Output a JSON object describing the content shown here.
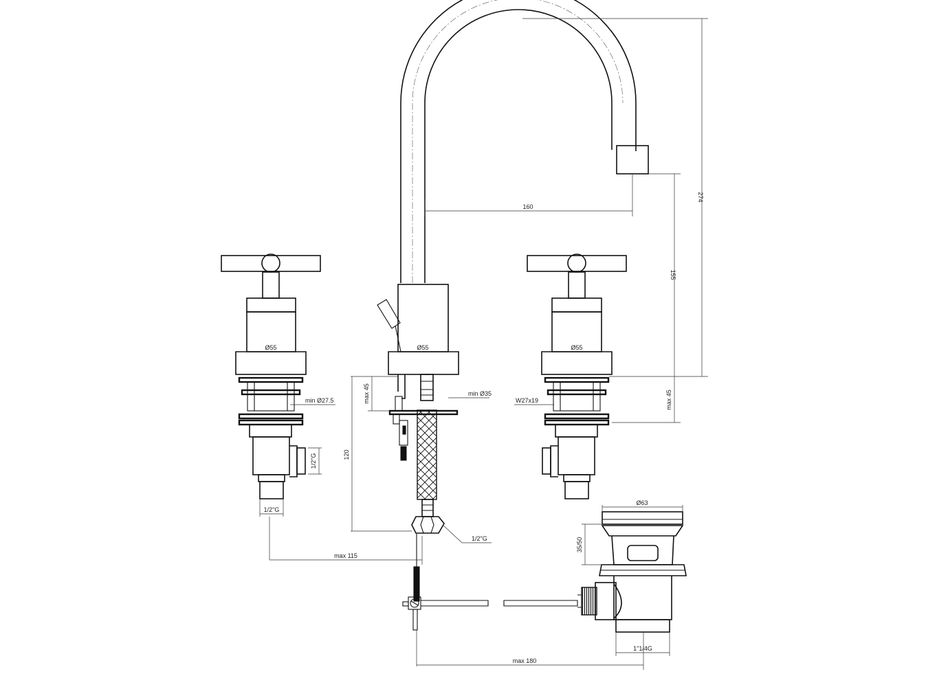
{
  "dimensions": {
    "total_height": "274",
    "spout_height": "155",
    "spout_reach": "160",
    "dia_left_handle": "Ø55",
    "dia_spout_body": "Ø55",
    "dia_right_handle": "Ø55",
    "min_hole_left": "min Ø27.5",
    "min_hole_center": "min Ø35",
    "thread_right": "W27x19",
    "deck_max_left": "max 45",
    "deck_max_right": "max 45",
    "height_120": "120",
    "inlet_thread_side": "1/2\"G",
    "inlet_thread_bottom": "1/2\"G",
    "hose_thread": "1/2\"G",
    "max_115": "max 115",
    "max_180": "max 180",
    "waste_dia": "Ø63",
    "waste_height": "35/50",
    "waste_thread": "1\"1/4G"
  },
  "colors": {
    "line": "#111111",
    "background": "#ffffff"
  }
}
